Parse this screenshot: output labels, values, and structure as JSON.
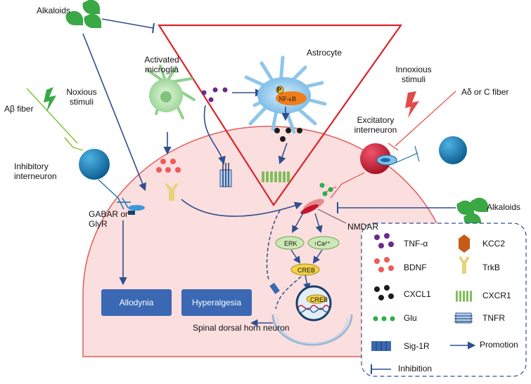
{
  "labels": {
    "alkaloids_top": "Alkaloids",
    "alkaloids_right": "Alkaloids",
    "activated_microglia": "Activated microglia",
    "astrocyte": "Astrocyte",
    "nfkb": "NF-κB",
    "p": "P",
    "noxious_stimuli": "Noxious stimuli",
    "abeta_fiber": "Aβ fiber",
    "innoxious_stimuli": "Innoxious stimuli",
    "adelta_c_fiber": "Aδ or C fiber",
    "excitatory_interneuron": "Excitatory interneuron",
    "inhibitory_interneuron": "Inhibitory interneuron",
    "gabar_glyr": "GABAR or GlyR",
    "nmdar": "NMDAR",
    "erk": "ERK",
    "ca": "↑Ca²⁺",
    "creb": "CREB",
    "creb_nucleus": "CREB",
    "allodynia": "Allodynia",
    "hyperalgesia": "Hyperalgesia",
    "spinal_dorsal_horn_neuron": "Spinal dorsal horn neuron"
  },
  "legend": {
    "tnf": "TNF-α",
    "bdnf": "BDNF",
    "cxcl1": "CXCL1",
    "glu": "Glu",
    "sig1r": "Sig-1R",
    "inhibition": "Inhibition",
    "kcc2": "KCC2",
    "trkb": "TrkB",
    "cxcr1": "CXCR1",
    "tnfr": "TNFR",
    "promotion": "Promotion"
  },
  "colors": {
    "arrow": "#2e4f8f",
    "triangle": "#d9242b",
    "neuron_fill": "#fbdede",
    "neuron_stroke": "#e35b5b",
    "outcome_box": "#3a68b3",
    "tnf_dot": "#6a2a8c",
    "bdnf_dot": "#ee5a5a",
    "cxcl1_dot": "#1b1b1b",
    "glu_dot": "#2cae4a",
    "alkaloid_green": "#3aa845",
    "interneuron_blue": "#1b6fa8",
    "excitatory_red": "#c8142d",
    "nfkb_orange": "#ef7d1a",
    "astrocyte_blue": "#8fc6ea",
    "microglia_green": "#9fd89a",
    "kcc2_orange": "#c85a18",
    "fiber_green": "#7cbf2a",
    "fiber_red": "#e24b4b"
  }
}
